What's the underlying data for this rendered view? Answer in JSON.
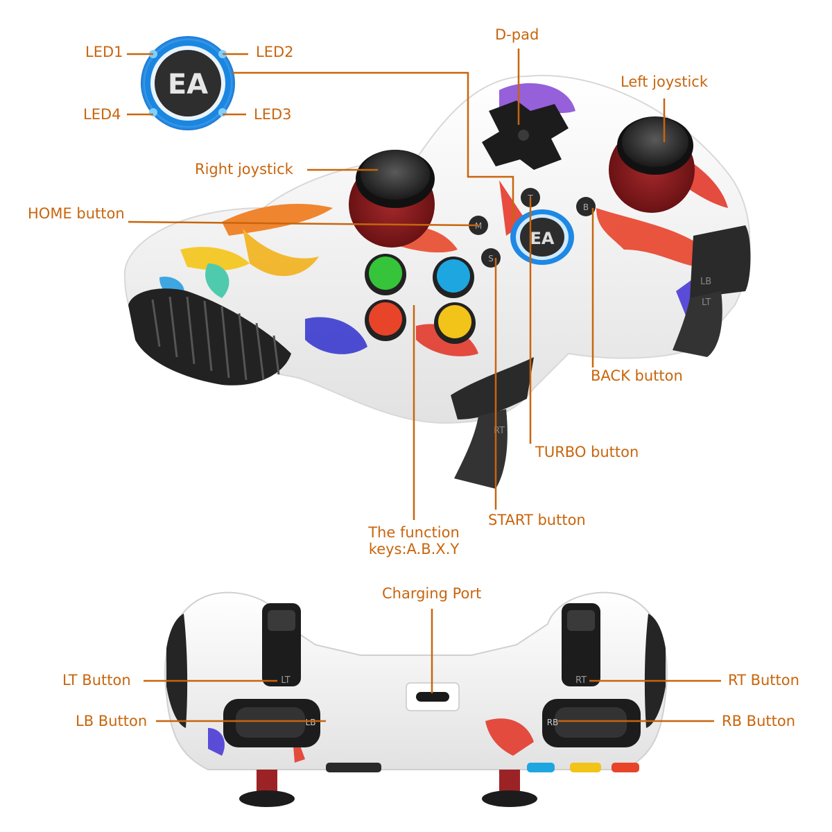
{
  "accent_color": "#c8650d",
  "logo_text": "EA",
  "front_view": {
    "labels": {
      "led1": "LED1",
      "led2": "LED2",
      "led3": "LED3",
      "led4": "LED4",
      "dpad": "D-pad",
      "left_joystick": "Left joystick",
      "right_joystick": "Right joystick",
      "home_button": "HOME button",
      "back_button": "BACK button",
      "turbo_button": "TURBO button",
      "start_button": "START button",
      "function_keys_line1": "The function",
      "function_keys_line2": "keys:A.B.X.Y"
    },
    "small_button_letters": {
      "home": "M",
      "turbo": "T",
      "back": "B",
      "start": "S"
    },
    "trigger_marks": {
      "lb": "LB",
      "lt": "LT",
      "rt": "RT"
    },
    "face_button_colors": {
      "green": "#35c43a",
      "blue": "#1ea6e0",
      "red": "#e8442a",
      "yellow": "#f2c318"
    }
  },
  "top_view": {
    "labels": {
      "charging_port": "Charging Port",
      "lt_button": "LT Button",
      "lb_button": "LB Button",
      "rt_button": "RT Button",
      "rb_button": "RB Button"
    },
    "button_marks": {
      "lt": "LT",
      "lb": "LB",
      "rt": "RT",
      "rb": "RB"
    }
  }
}
